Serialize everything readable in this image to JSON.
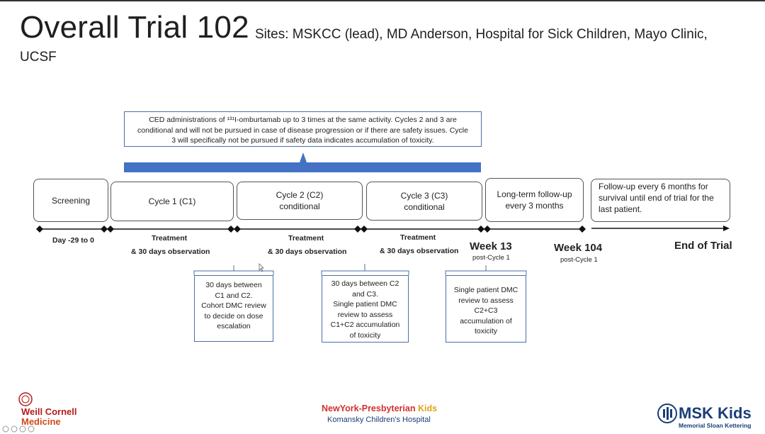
{
  "header": {
    "title": "Overall Trial 102",
    "sites_line1": "Sites: MSKCC (lead), MD Anderson, Hospital for Sick Children, Mayo Clinic,",
    "sites_line2": "UCSF"
  },
  "ced_box": {
    "line1": "CED administrations of ¹³¹I-omburtamab up to 3 times at the same activity. Cycles 2 and 3 are",
    "line2": "conditional and will not be pursued in case of disease progression or if there are safety issues. Cycle",
    "line3": "3 will specifically not be pursued if safety data indicates accumulation of toxicity."
  },
  "phases": {
    "screening": "Screening",
    "cycle1": "Cycle 1 (C1)",
    "cycle2_l1": "Cycle 2 (C2)",
    "cycle2_l2": "conditional",
    "cycle3_l1": "Cycle 3 (C3)",
    "cycle3_l2": "conditional",
    "longterm_l1": "Long-term follow-up",
    "longterm_l2": "every 3 months",
    "followup_l1": "Follow-up every 6 months for",
    "followup_l2": "survival until end of trial for the",
    "followup_l3": "last patient."
  },
  "timeline": {
    "day_label": "Day -29 to 0",
    "treatment_l1": "Treatment",
    "treatment_l2": "& 30 days observation",
    "week13": "Week 13",
    "week13_sub": "post-Cycle 1",
    "week104": "Week 104",
    "week104_sub": "post-Cycle 1",
    "end": "End of Trial"
  },
  "notes": {
    "note1": [
      "30 days between",
      "C1 and C2.",
      "Cohort DMC review",
      "to decide on dose",
      "escalation"
    ],
    "note2": [
      "30 days between C2",
      "and C3.",
      "Single patient DMC",
      "review to assess",
      "C1+C2 accumulation",
      "of toxicity"
    ],
    "note3": [
      "Single patient DMC",
      "review to assess",
      "C2+C3",
      "accumulation of",
      "toxicity"
    ]
  },
  "logos": {
    "wcm_line1": "Weill Cornell",
    "wcm_line2": "Medicine",
    "nyp_main": "NewYork-Presbyterian",
    "nyp_kids": "Kids",
    "nyp_sub": "Komansky Children's Hospital",
    "msk_main": "MSK Kids",
    "msk_sub": "Memorial Sloan Kettering"
  },
  "colors": {
    "accent_blue": "#4472c4",
    "box_border_blue": "#4a6fa5",
    "wcm_red": "#b31b1b",
    "nyp_red": "#d0312d",
    "msk_navy": "#1a3e78"
  }
}
